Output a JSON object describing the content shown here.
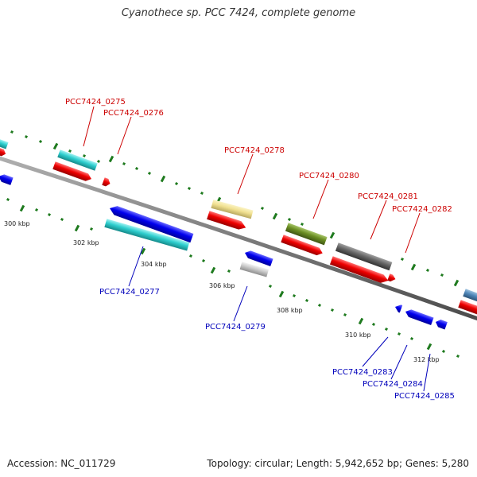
{
  "title": "Cyanothece sp. PCC 7424, complete genome",
  "accession_text": "Accession: NC_011729",
  "summary_text": "Topology: circular; Length: 5,942,652 bp; Genes: 5,280",
  "colors": {
    "forward_label": "#cc0000",
    "reverse_label": "#0000bb",
    "backbone": "#888888",
    "tick": "#1e7a1e"
  },
  "kbp_labels": [
    "300 kbp",
    "302 kbp",
    "304 kbp",
    "306 kbp",
    "308 kbp",
    "310 kbp",
    "312 kbp"
  ],
  "forward_genes": [
    {
      "id": "PCC7424_0275"
    },
    {
      "id": "PCC7424_0276"
    },
    {
      "id": "PCC7424_0278"
    },
    {
      "id": "PCC7424_0280"
    },
    {
      "id": "PCC7424_0281"
    },
    {
      "id": "PCC7424_0282"
    }
  ],
  "reverse_genes": [
    {
      "id": "PCC7424_0277"
    },
    {
      "id": "PCC7424_0279"
    },
    {
      "id": "PCC7424_0283"
    },
    {
      "id": "PCC7424_0284"
    },
    {
      "id": "PCC7424_0285"
    }
  ]
}
